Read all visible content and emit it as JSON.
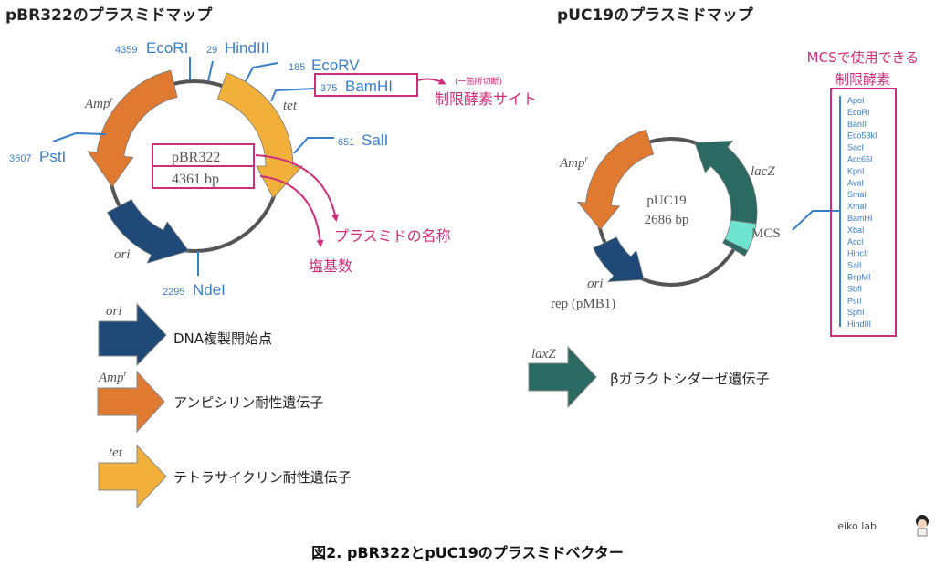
{
  "titles": {
    "pbr322": "pBR322のプラスミドマップ",
    "puc19": "pUC19のプラスミドマップ",
    "caption": "図2. pBR322とpUC19のプラスミドベクター"
  },
  "pbr322": {
    "name": "pBR322",
    "size": "4361 bp",
    "genes": {
      "amp": "Amp",
      "amp_sup": "r",
      "tet": "tet",
      "ori": "ori"
    },
    "sites": [
      {
        "pos": "4359",
        "enzyme": "EcoRI"
      },
      {
        "pos": "29",
        "enzyme": "HindIII"
      },
      {
        "pos": "185",
        "enzyme": "EcoRV"
      },
      {
        "pos": "375",
        "enzyme": "BamHI"
      },
      {
        "pos": "651",
        "enzyme": "SalI"
      },
      {
        "pos": "3607",
        "enzyme": "PstI"
      },
      {
        "pos": "2295",
        "enzyme": "NdeI"
      }
    ],
    "annotations": {
      "single_cut": "(一箇所切断)",
      "site": "制限酵素サイト",
      "plasmid_name": "プラスミドの名称",
      "bp_count": "塩基数"
    }
  },
  "puc19": {
    "name": "pUC19",
    "size": "2686 bp",
    "genes": {
      "amp": "Amp",
      "amp_sup": "r",
      "lacz": "lacZ",
      "mcs": "MCS",
      "ori": "ori",
      "rep": "rep (pMB1)"
    },
    "mcs_title_1": "MCSで使用できる",
    "mcs_title_2": "制限酵素",
    "mcs_enzymes": [
      "ApoI",
      "EcoRI",
      "BanII",
      "Eco53kI",
      "SacI",
      "Acc65I",
      "KpnI",
      "AvaI",
      "SmaI",
      "XmaI",
      "BamHI",
      "XbaI",
      "AccI",
      "HincII",
      "SalI",
      "BspMI",
      "SbfI",
      "PstI",
      "SphI",
      "HindIII"
    ]
  },
  "legend": [
    {
      "label": "ori",
      "text": "DNA複製開始点",
      "color": "#1f4a78"
    },
    {
      "label": "Amp",
      "sup": "r",
      "text": "アンピシリン耐性遺伝子",
      "color": "#e07a30"
    },
    {
      "label": "tet",
      "text": "テトラサイクリン耐性遺伝子",
      "color": "#f2b03a"
    },
    {
      "label": "laxZ",
      "text": "βガラクトシダーゼ遺伝子",
      "color": "#2a6a62"
    }
  ],
  "colors": {
    "ori": "#1f4a78",
    "amp": "#e07a30",
    "tet": "#f2b03a",
    "lacz": "#2a6a62",
    "mcs": "#6ee3cf",
    "site_text": "#3a7dc9",
    "annotation": "#cc2f7a"
  },
  "watermark": "eiko lab"
}
